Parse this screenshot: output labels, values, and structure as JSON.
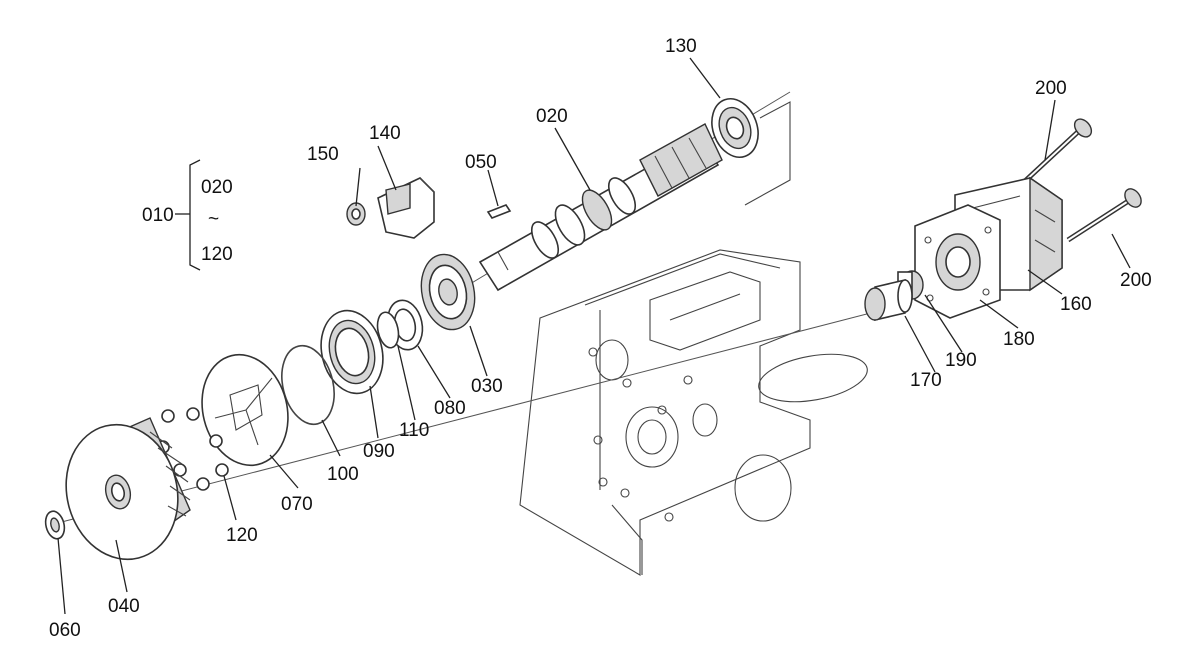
{
  "diagram": {
    "labels": {
      "p010": "010",
      "p020_group": "020",
      "tilde": "~",
      "p120_group": "120",
      "p150": "150",
      "p140": "140",
      "p050": "050",
      "p020": "020",
      "p130": "130",
      "p200_top": "200",
      "p200_right": "200",
      "p160": "160",
      "p180": "180",
      "p190": "190",
      "p170": "170",
      "p030": "030",
      "p080": "080",
      "p110": "110",
      "p090": "090",
      "p100": "100",
      "p070": "070",
      "p120": "120",
      "p040": "040",
      "p060": "060"
    }
  }
}
